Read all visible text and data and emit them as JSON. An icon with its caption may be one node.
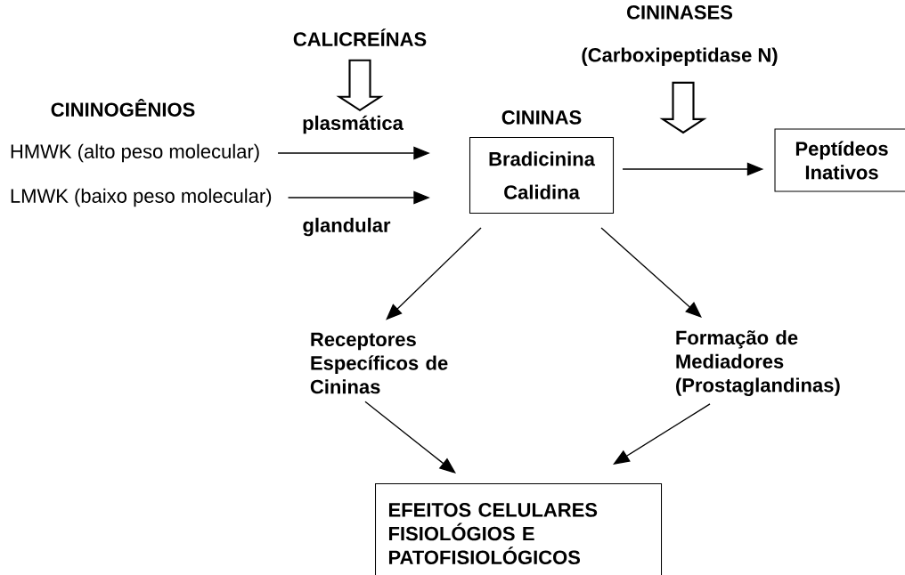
{
  "diagram": {
    "nodes": [
      {
        "text": [
          "CININAS",
          "Bradicinina",
          "Calidina"
        ]
      },
      {
        "text": [
          "HMWK (alto peso molecular)"
        ]
      },
      {
        "text": [
          "LMWK (baixo peso molecular)"
        ]
      },
      {
        "text": [
          "Peptídeos Inativos"
        ]
      },
      {
        "text": [
          "Receptores Específicos de Cininas"
        ]
      },
      {
        "text": [
          "Formação de Mediadores (Prostaglandinas)"
        ]
      },
      {
        "text": [
          "EFEITOS CELULARES FISIOLÓGIOS E PATOFISIOLÓGICOS"
        ]
      },
      {
        "text": [
          "CALICREÍNAS"
        ]
      },
      {
        "text": [
          "CININASES",
          "(Carboxipeptidase N)"
        ]
      }
    ],
    "edges": [
      {
        "from": 1,
        "to": 0,
        "arrow": "to",
        "label": "plasmática"
      },
      {
        "from": 2,
        "to": 0,
        "arrow": "to",
        "label": "glandular"
      },
      {
        "from": 0,
        "to": 3,
        "arrow": "to"
      },
      {
        "from": 0,
        "to": 4,
        "arrow": "to"
      },
      {
        "from": 0,
        "to": 5,
        "arrow": "to"
      },
      {
        "from": 4,
        "to": 6,
        "arrow": "to"
      },
      {
        "from": 5,
        "to": 6,
        "arrow": "to"
      },
      {
        "from": 7,
        "to": null,
        "arrow": "to",
        "style": "thick"
      },
      {
        "from": 8,
        "to": null,
        "arrow": "to",
        "style": "thick"
      }
    ],
    "labels": [
      "CININOGÊNIOS"
    ]
  }
}
